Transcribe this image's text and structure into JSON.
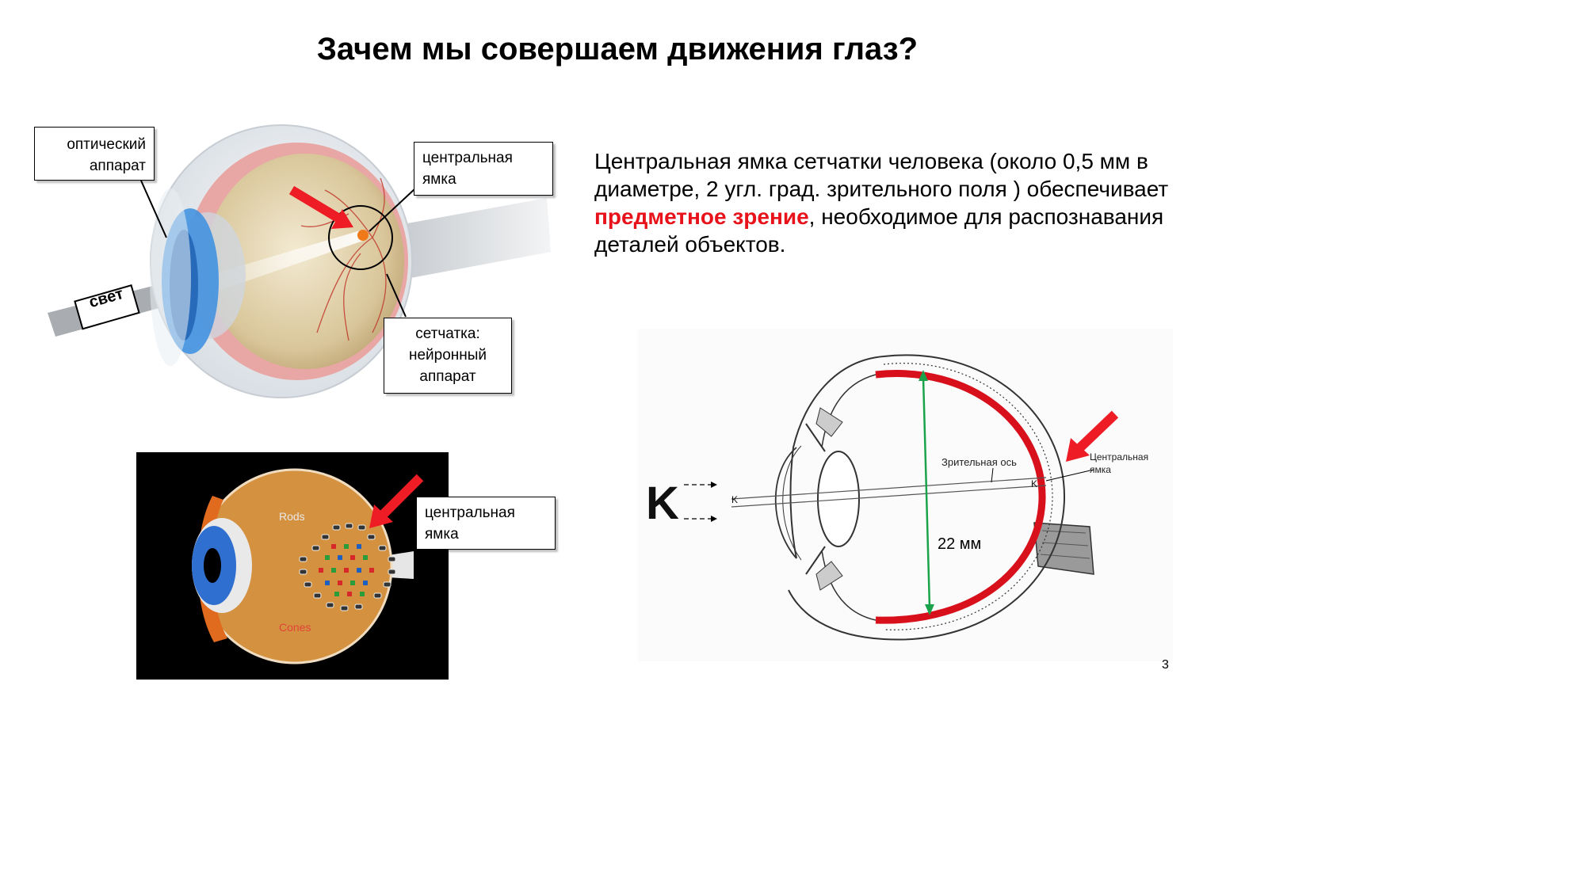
{
  "slide": {
    "title": "Зачем мы совершаем движения глаз?",
    "page_number": "3"
  },
  "main_text": {
    "before_highlight": "Центральная ямка сетчатки человека (около 0,5 мм в диаметре, 2 угл. град. зрительного поля ) обеспечивает ",
    "highlight": "предметное зрение",
    "after_highlight": ", необходимое для распознавания деталей объектов.",
    "highlight_color": "#e8121b"
  },
  "eye_illustration": {
    "callout_optical": "оптический аппарат",
    "callout_fovea": "центральная ямка",
    "callout_retina": "сетчатка: нейронный аппарат",
    "light_label": "свет"
  },
  "rods_cones_diagram": {
    "rods_label": "Rods",
    "cones_label": "Cones",
    "callout_fovea": "центральная ямка"
  },
  "eye_cross_section": {
    "letter": "K",
    "small_letter_left": "K",
    "small_letter_right": "K",
    "visual_axis_label": "Зрительная ось",
    "fovea_label": "Центральная ямка",
    "diameter_label": "22 мм"
  },
  "colors": {
    "arrow_red": "#ee1c24",
    "axis_green": "#1aa34a",
    "retina_red": "#d8101c",
    "iris_blue": "#2e6fd0"
  }
}
